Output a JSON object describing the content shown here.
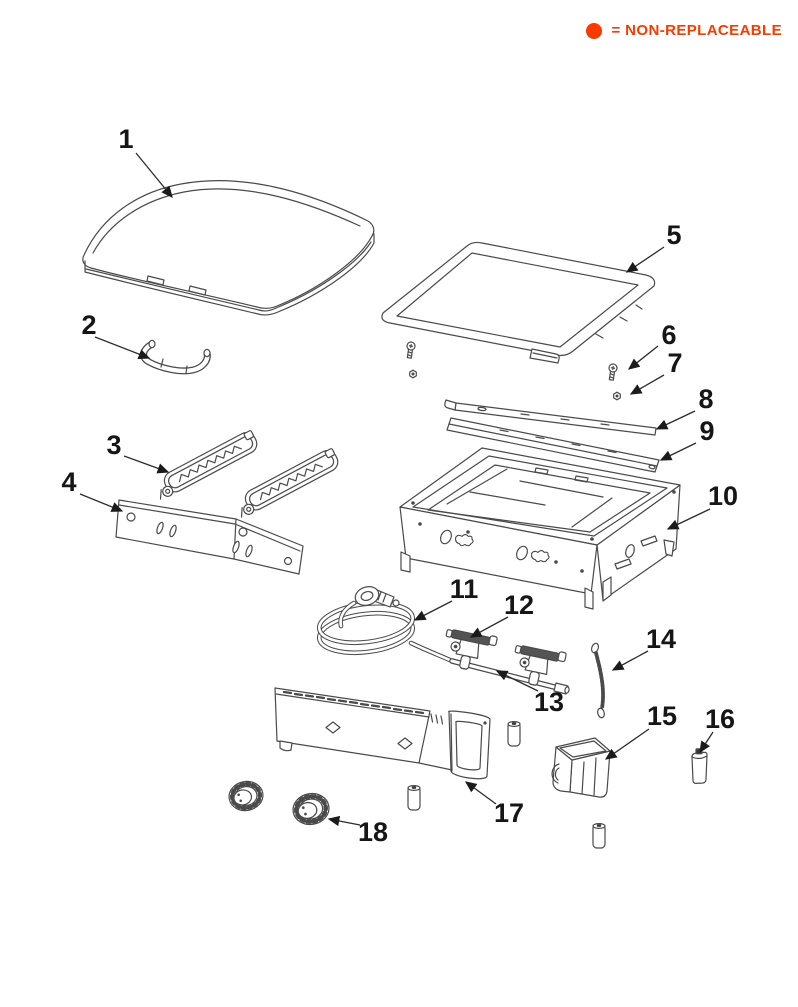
{
  "legend": {
    "dot_color": "#fb3a00",
    "label": "= NON-REPLACEABLE"
  },
  "diagram": {
    "type": "exploded-parts-diagram",
    "callouts": [
      {
        "number": "1",
        "part": "lid"
      },
      {
        "number": "2",
        "part": "lid-handle"
      },
      {
        "number": "3",
        "part": "burner"
      },
      {
        "number": "4",
        "part": "mounting-bracket"
      },
      {
        "number": "5",
        "part": "griddle-plate"
      },
      {
        "number": "6",
        "part": "screw"
      },
      {
        "number": "7",
        "part": "nut"
      },
      {
        "number": "8",
        "part": "trim-rail"
      },
      {
        "number": "9",
        "part": "support-bar"
      },
      {
        "number": "10",
        "part": "firebox-body"
      },
      {
        "number": "11",
        "part": "hose-and-regulator"
      },
      {
        "number": "12",
        "part": "valve-assembly"
      },
      {
        "number": "13",
        "part": "manifold-tube"
      },
      {
        "number": "14",
        "part": "chain"
      },
      {
        "number": "15",
        "part": "grease-cup"
      },
      {
        "number": "16",
        "part": "battery"
      },
      {
        "number": "17",
        "part": "control-panel"
      },
      {
        "number": "18",
        "part": "control-knob"
      }
    ]
  },
  "colors": {
    "line": "#4a4a4a",
    "label": "#161616",
    "background": "#ffffff"
  }
}
